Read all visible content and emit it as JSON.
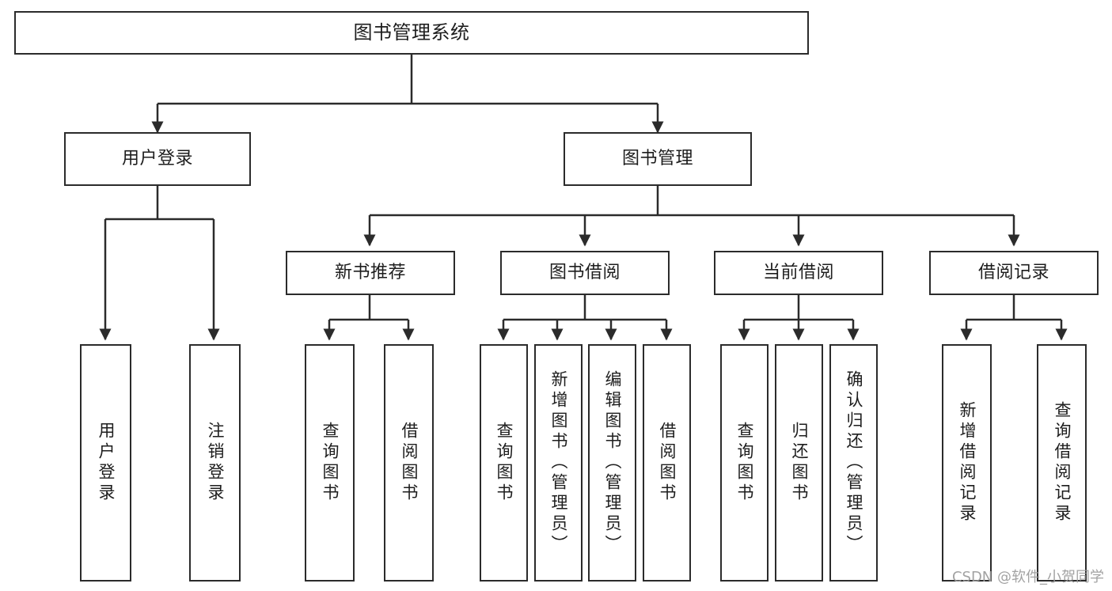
{
  "diagram": {
    "title": "图书管理系统",
    "type": "tree-hierarchy",
    "root": {
      "label": "图书管理系统"
    },
    "level2": [
      {
        "label": "用户登录"
      },
      {
        "label": "图书管理"
      }
    ],
    "level3": [
      {
        "label": "新书推荐"
      },
      {
        "label": "图书借阅"
      },
      {
        "label": "当前借阅"
      },
      {
        "label": "借阅记录"
      }
    ],
    "leaves": {
      "user_login": [
        {
          "label": "用户登录"
        },
        {
          "label": "注销登录"
        }
      ],
      "new_book_recommend": [
        {
          "label": "查询图书"
        },
        {
          "label": "借阅图书"
        }
      ],
      "book_borrow": [
        {
          "label": "查询图书"
        },
        {
          "label": "新增图书（管理员）"
        },
        {
          "label": "编辑图书（管理员）"
        },
        {
          "label": "借阅图书"
        }
      ],
      "current_borrow": [
        {
          "label": "查询图书"
        },
        {
          "label": "归还图书"
        },
        {
          "label": "确认归还（管理员）"
        }
      ],
      "borrow_records": [
        {
          "label": "新增借阅记录"
        },
        {
          "label": "查询借阅记录"
        }
      ]
    },
    "watermark": "CSDN @软件_小贺同学",
    "colors": {
      "stroke": "#2b2b2b",
      "fill": "#ffffff",
      "text": "#1d1d1d",
      "watermark": "#9b9b9b"
    }
  }
}
